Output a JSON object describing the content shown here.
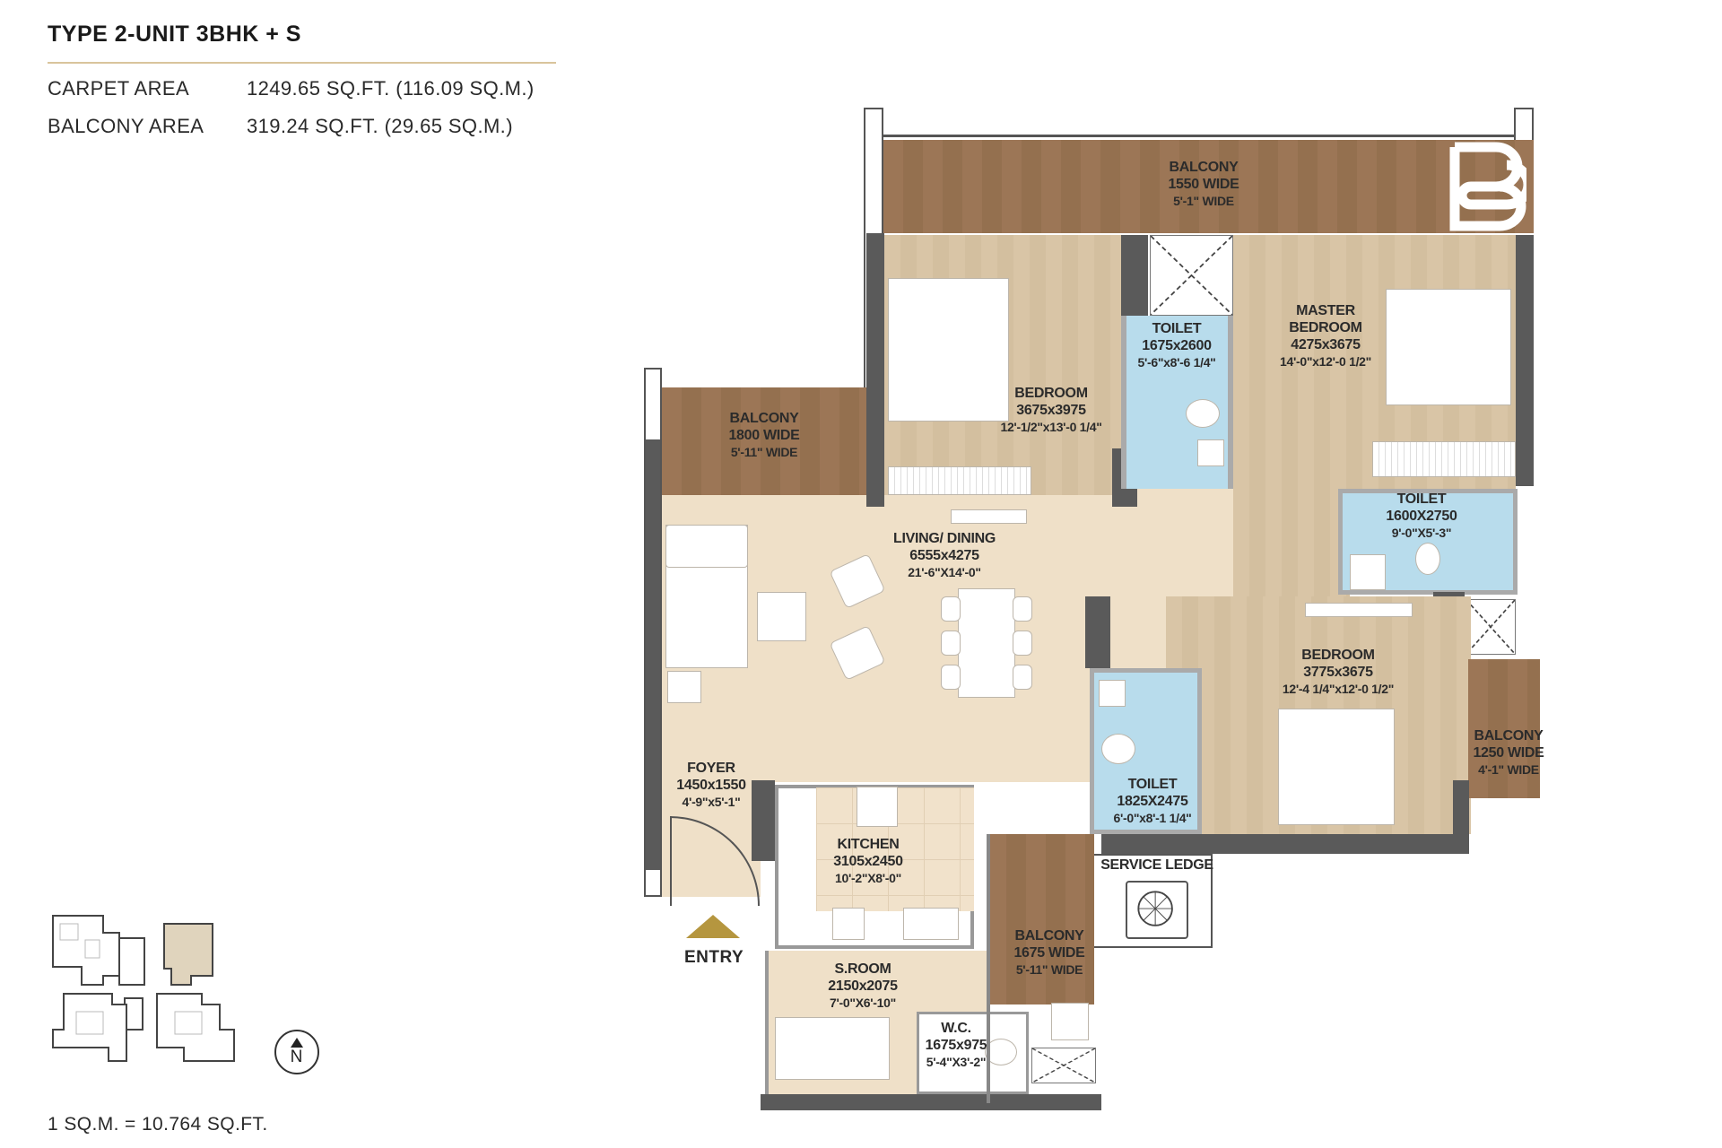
{
  "header": {
    "title": "TYPE 2-UNIT 3BHK + S",
    "specs": [
      {
        "label": "CARPET AREA",
        "value": "1249.65 SQ.FT. (116.09 SQ.M.)"
      },
      {
        "label": "BALCONY AREA",
        "value": "319.24 SQ.FT. (29.65 SQ.M.)"
      }
    ]
  },
  "footnote": "1 SQ.M. = 10.764 SQ.FT.",
  "entry": {
    "label": "ENTRY"
  },
  "compass": {
    "label": "N"
  },
  "colors": {
    "accent_gold": "#b5963f",
    "rule": "#d9c49c",
    "wall": "#5a5a5a",
    "wood_floor": "#d9c5a6",
    "living_floor": "#efe0c8",
    "balcony_floor": "#9c7656",
    "toilet_floor": "#b8dcec",
    "key_plan_highlight": "#e0d4bd"
  },
  "rooms": {
    "balcony_top": {
      "name": "BALCONY",
      "metric": "1550 WIDE",
      "imperial": "5'-1\" WIDE"
    },
    "balcony_left": {
      "name": "BALCONY",
      "metric": "1800 WIDE",
      "imperial": "5'-11\" WIDE"
    },
    "bedroom_1": {
      "name": "BEDROOM",
      "metric": "3675x3975",
      "imperial": "12'-1/2\"x13'-0 1/4\""
    },
    "toilet_1": {
      "name": "TOILET",
      "metric": "1675x2600",
      "imperial": "5'-6\"x8'-6 1/4\""
    },
    "master_bedroom": {
      "name1": "MASTER",
      "name2": "BEDROOM",
      "metric": "4275x3675",
      "imperial": "14'-0\"x12'-0 1/2\""
    },
    "toilet_master": {
      "name": "TOILET",
      "metric": "1600X2750",
      "imperial": "9'-0\"X5'-3\""
    },
    "living_dining": {
      "name": "LIVING/ DINING",
      "metric": "6555x4275",
      "imperial": "21'-6\"X14'-0\""
    },
    "bedroom_2": {
      "name": "BEDROOM",
      "metric": "3775x3675",
      "imperial": "12'-4 1/4\"x12'-0 1/2\""
    },
    "toilet_2": {
      "name": "TOILET",
      "metric": "1825X2475",
      "imperial": "6'-0\"x8'-1 1/4\""
    },
    "balcony_right": {
      "name": "BALCONY",
      "metric": "1250 WIDE",
      "imperial": "4'-1\" WIDE"
    },
    "foyer": {
      "name": "FOYER",
      "metric": "1450x1550",
      "imperial": "4'-9\"x5'-1\""
    },
    "kitchen": {
      "name": "KITCHEN",
      "metric": "3105x2450",
      "imperial": "10'-2\"X8'-0\""
    },
    "service_ledge": {
      "name": "SERVICE LEDGE"
    },
    "balcony_rear": {
      "name": "BALCONY",
      "metric": "1675 WIDE",
      "imperial": "5'-11\" WIDE"
    },
    "s_room": {
      "name": "S.ROOM",
      "metric": "2150x2075",
      "imperial": "7'-0\"X6'-10\""
    },
    "wc": {
      "name": "W.C.",
      "metric": "1675x975",
      "imperial": "5'-4\"X3'-2\""
    }
  },
  "key_plan": {
    "label": "key-plan",
    "highlighted_unit": "top-right"
  }
}
